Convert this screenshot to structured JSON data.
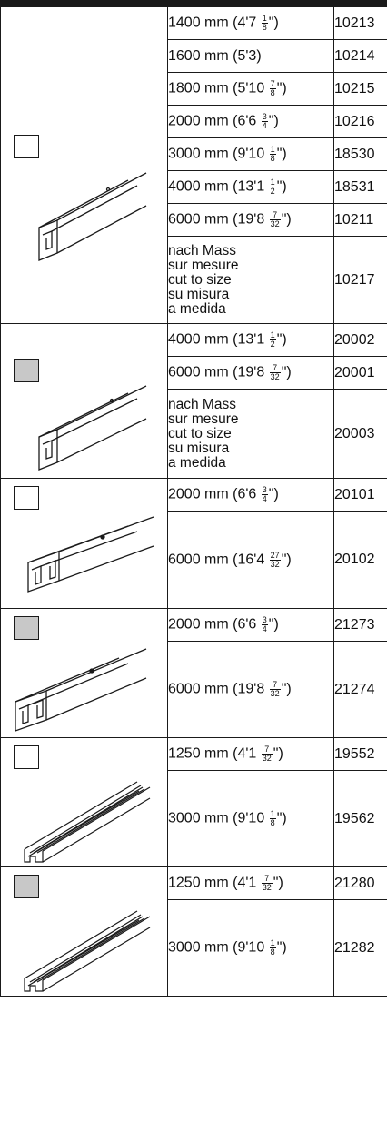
{
  "groups": [
    {
      "checkbox": "white",
      "drawing": "single-rail-icon",
      "rows": [
        {
          "lines": [
            "1400 mm (4'7 ",
            "1",
            "8",
            "\")"
          ],
          "article": "10213"
        },
        {
          "lines": [
            "1600 mm (5'3)"
          ],
          "article": "10214"
        },
        {
          "lines": [
            "1800 mm (5'10 ",
            "7",
            "8",
            "\")"
          ],
          "article": "10215"
        },
        {
          "lines": [
            "2000 mm (6'6 ",
            "3",
            "4",
            "\")"
          ],
          "article": "10216"
        },
        {
          "lines": [
            "3000 mm (9'10 ",
            "1",
            "8",
            "\")"
          ],
          "article": "18530"
        },
        {
          "lines": [
            "4000 mm (13'1 ",
            "1",
            "2",
            "\")"
          ],
          "article": "18531"
        },
        {
          "lines": [
            "6000 mm (19'8 ",
            "7",
            "32",
            "\")"
          ],
          "article": "10211"
        },
        {
          "multi": [
            "nach Mass",
            "sur mesure",
            "cut to size",
            "su misura",
            "a medida"
          ],
          "article": "10217"
        }
      ]
    },
    {
      "checkbox": "grey",
      "drawing": "single-rail-icon",
      "rows": [
        {
          "lines": [
            "4000 mm (13'1 ",
            "1",
            "2",
            "\")"
          ],
          "article": "20002"
        },
        {
          "lines": [
            "6000 mm (19'8 ",
            "7",
            "32",
            "\")"
          ],
          "article": "20001"
        },
        {
          "multi": [
            "nach Mass",
            "sur mesure",
            "cut to size",
            "su misura",
            "a medida"
          ],
          "article": "20003"
        }
      ]
    },
    {
      "checkbox": "white",
      "drawing": "double-rail-icon",
      "rows": [
        {
          "lines": [
            "2000 mm (6'6 ",
            "3",
            "4",
            "\")"
          ],
          "article": "20101"
        },
        {
          "lines": [
            "6000 mm (16'4 ",
            "27",
            "32",
            "\")"
          ],
          "article": "20102"
        }
      ]
    },
    {
      "checkbox": "grey",
      "drawing": "double-rail-icon",
      "rows": [
        {
          "lines": [
            "2000 mm (6'6 ",
            "3",
            "4",
            "\")"
          ],
          "article": "21273"
        },
        {
          "lines": [
            "6000 mm (19'8 ",
            "7",
            "32",
            "\")"
          ],
          "article": "21274"
        }
      ]
    },
    {
      "checkbox": "white",
      "drawing": "bottom-guide-rail-icon",
      "rows": [
        {
          "lines": [
            "1250 mm (4'1 ",
            "7",
            "32",
            "\")"
          ],
          "article": "19552"
        },
        {
          "lines": [
            "3000 mm (9'10 ",
            "1",
            "8",
            "\")"
          ],
          "article": "19562"
        }
      ]
    },
    {
      "checkbox": "grey",
      "drawing": "bottom-guide-rail-icon",
      "rows": [
        {
          "lines": [
            "1250 mm (4'1 ",
            "7",
            "32",
            "\")"
          ],
          "article": "21280"
        },
        {
          "lines": [
            "3000 mm (9'10 ",
            "1",
            "8",
            "\")"
          ],
          "article": "21282"
        }
      ]
    }
  ],
  "text": {
    "g0r0_main": "1400 mm (4'7 ",
    "g0r0_num": "1",
    "g0r0_den": "8",
    "g0r0_end": "\")",
    "g0r0_art": "10213",
    "g0r1_main": "1600 mm (5'3)",
    "g0r1_art": "10214",
    "g0r2_main": "1800 mm (5'10 ",
    "g0r2_num": "7",
    "g0r2_den": "8",
    "g0r2_end": "\")",
    "g0r2_art": "10215",
    "g0r3_main": "2000 mm (6'6 ",
    "g0r3_num": "3",
    "g0r3_den": "4",
    "g0r3_end": "\")",
    "g0r3_art": "10216",
    "g0r4_main": "3000 mm (9'10 ",
    "g0r4_num": "1",
    "g0r4_den": "8",
    "g0r4_end": "\")",
    "g0r4_art": "18530",
    "g0r5_main": "4000 mm (13'1 ",
    "g0r5_num": "1",
    "g0r5_den": "2",
    "g0r5_end": "\")",
    "g0r5_art": "18531",
    "g0r6_main": "6000 mm (19'8 ",
    "g0r6_num": "7",
    "g0r6_den": "32",
    "g0r6_end": "\")",
    "g0r6_art": "10211",
    "g0r7_l1": "nach Mass",
    "g0r7_l2": "sur mesure",
    "g0r7_l3": "cut to size",
    "g0r7_l4": "su misura",
    "g0r7_l5": "a medida",
    "g0r7_art": "10217",
    "g1r0_main": "4000 mm (13'1 ",
    "g1r0_num": "1",
    "g1r0_den": "2",
    "g1r0_end": "\")",
    "g1r0_art": "20002",
    "g1r1_main": "6000 mm (19'8 ",
    "g1r1_num": "7",
    "g1r1_den": "32",
    "g1r1_end": "\")",
    "g1r1_art": "20001",
    "g1r2_l1": "nach Mass",
    "g1r2_l2": "sur mesure",
    "g1r2_l3": "cut to size",
    "g1r2_l4": "su misura",
    "g1r2_l5": "a medida",
    "g1r2_art": "20003",
    "g2r0_main": "2000 mm (6'6 ",
    "g2r0_num": "3",
    "g2r0_den": "4",
    "g2r0_end": "\")",
    "g2r0_art": "20101",
    "g2r1_main": "6000 mm (16'4 ",
    "g2r1_num": "27",
    "g2r1_den": "32",
    "g2r1_end": "\")",
    "g2r1_art": "20102",
    "g3r0_main": "2000 mm (6'6 ",
    "g3r0_num": "3",
    "g3r0_den": "4",
    "g3r0_end": "\")",
    "g3r0_art": "21273",
    "g3r1_main": "6000 mm (19'8 ",
    "g3r1_num": "7",
    "g3r1_den": "32",
    "g3r1_end": "\")",
    "g3r1_art": "21274",
    "g4r0_main": "1250 mm (4'1 ",
    "g4r0_num": "7",
    "g4r0_den": "32",
    "g4r0_end": "\")",
    "g4r0_art": "19552",
    "g4r1_main": "3000 mm (9'10 ",
    "g4r1_num": "1",
    "g4r1_den": "8",
    "g4r1_end": "\")",
    "g4r1_art": "19562",
    "g5r0_main": "1250 mm (4'1 ",
    "g5r0_num": "7",
    "g5r0_den": "32",
    "g5r0_end": "\")",
    "g5r0_art": "21280",
    "g5r1_main": "3000 mm (9'10 ",
    "g5r1_num": "1",
    "g5r1_den": "8",
    "g5r1_end": "\")",
    "g5r1_art": "21282"
  },
  "colors": {
    "border": "#1a1a1a",
    "checkbox_grey": "#c8c8c8",
    "background": "#ffffff"
  }
}
